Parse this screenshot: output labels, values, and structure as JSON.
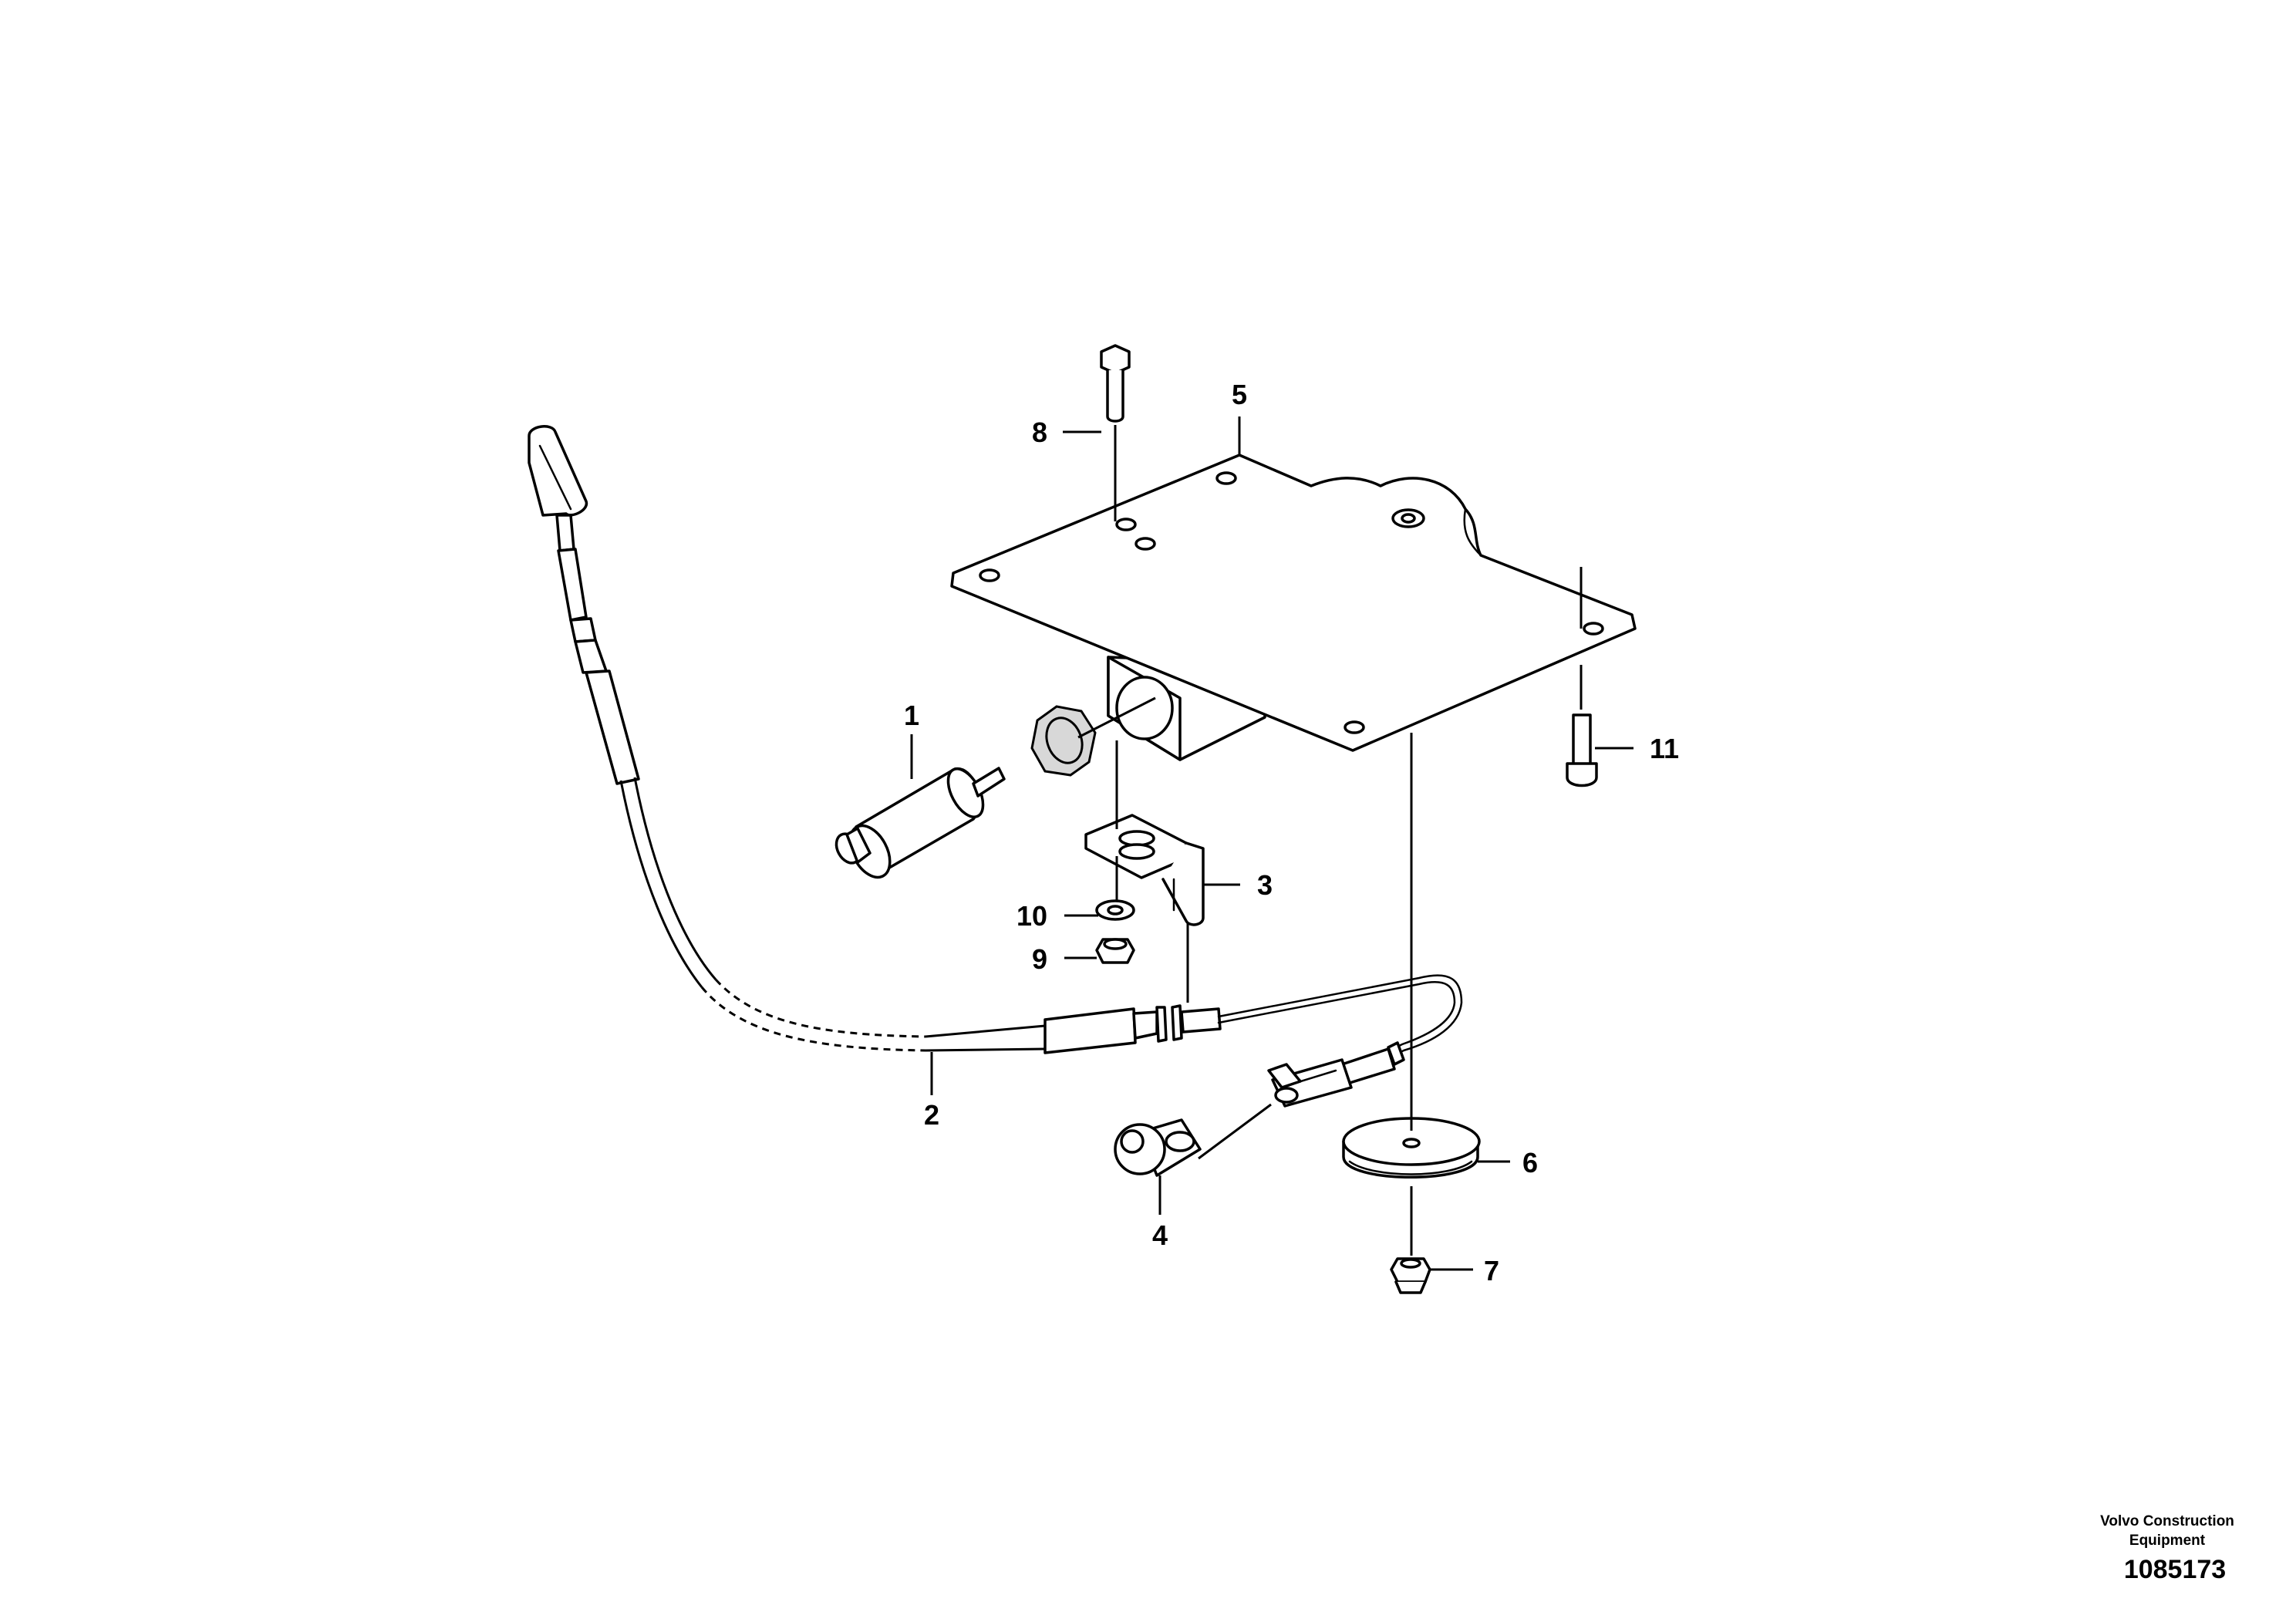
{
  "diagram": {
    "callouts": [
      {
        "id": "1",
        "label": "1"
      },
      {
        "id": "2",
        "label": "2"
      },
      {
        "id": "3",
        "label": "3"
      },
      {
        "id": "4",
        "label": "4"
      },
      {
        "id": "5",
        "label": "5"
      },
      {
        "id": "6",
        "label": "6"
      },
      {
        "id": "7",
        "label": "7"
      },
      {
        "id": "8",
        "label": "8"
      },
      {
        "id": "9",
        "label": "9"
      },
      {
        "id": "10",
        "label": "10"
      },
      {
        "id": "11",
        "label": "11"
      }
    ]
  },
  "footer": {
    "company": "Volvo Construction Equipment",
    "drawing_number": "1085173"
  }
}
